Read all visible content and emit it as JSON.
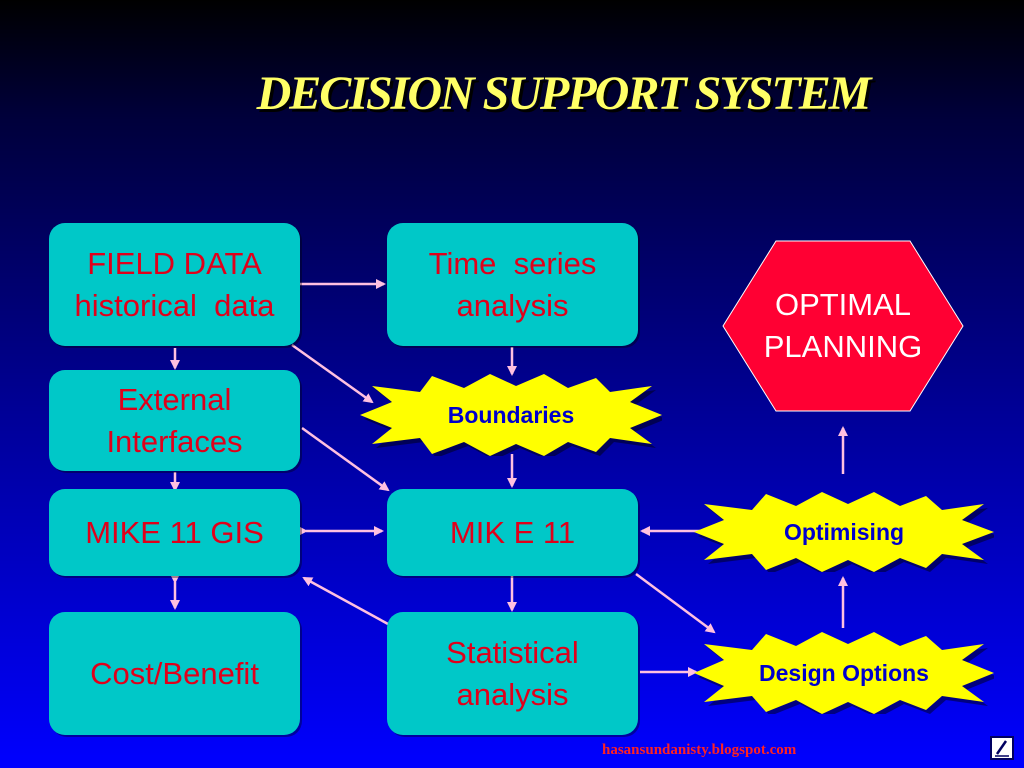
{
  "title": "DECISION SUPPORT SYSTEM",
  "boxes": {
    "field_data": {
      "line1": "FIELD DATA",
      "line2": "historical  data"
    },
    "time_series": {
      "line1": "Time  series",
      "line2": "analysis"
    },
    "external": {
      "line1": "External",
      "line2": "Interfaces"
    },
    "mike_gis": {
      "line1": "MIKE 11 GIS"
    },
    "mike11": {
      "line1": "MIK E 11"
    },
    "cost_benefit": {
      "line1": "Cost/Benefit"
    },
    "statistical": {
      "line1": "Statistical",
      "line2": "analysis"
    }
  },
  "bursts": {
    "boundaries": "Boundaries",
    "optimising": "Optimising",
    "design_options": "Design Options"
  },
  "optimal": {
    "line1": "OPTIMAL",
    "line2": "PLANNING"
  },
  "footer": "hasansundanisty.blogspot.com",
  "colors": {
    "box": "#00c8c8",
    "box_text": "#e0001a",
    "title": "#ffff66",
    "burst": "#ffff00",
    "burst_text": "#0000cc",
    "optimal": "#ff0033",
    "arrow": "#ffc0e0"
  },
  "icons": {
    "corner": "edit-pen-icon"
  }
}
